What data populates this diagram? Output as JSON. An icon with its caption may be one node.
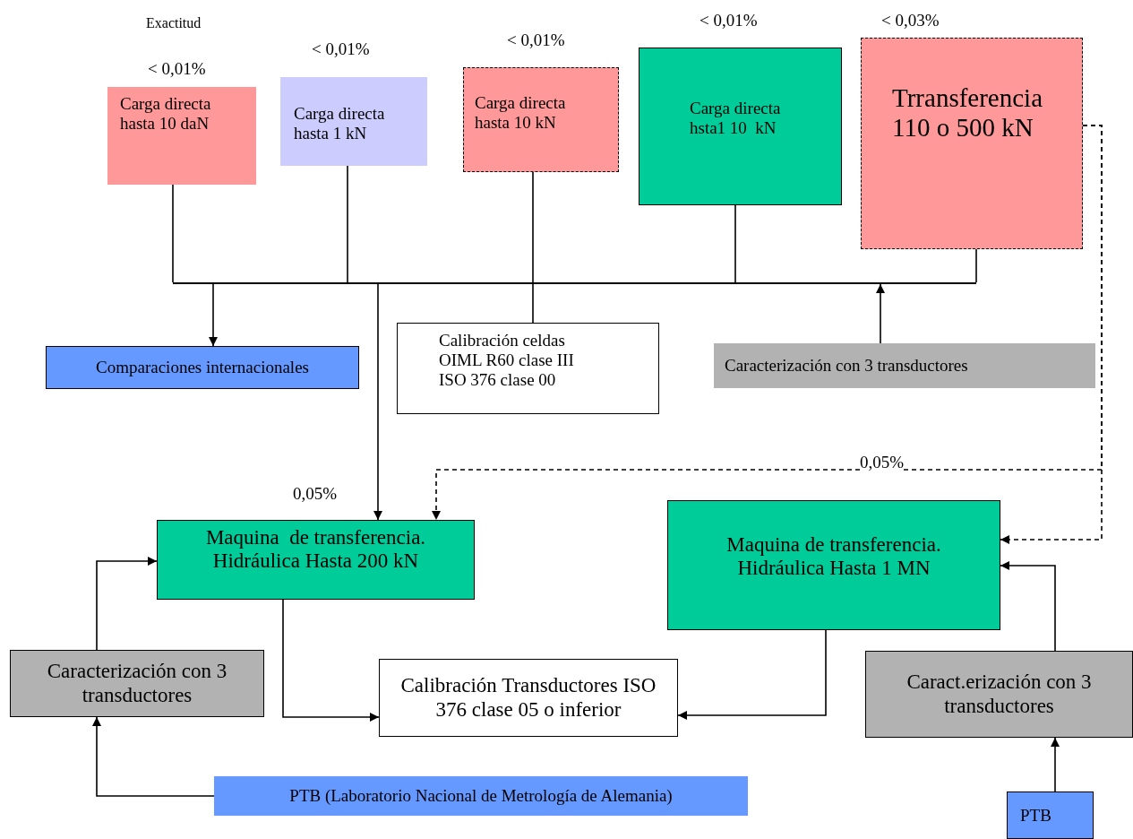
{
  "diagram": {
    "nodes": [
      {
        "text": [
          "Carga directa hasta 10 daN"
        ],
        "beside": [
          "< 0,01%"
        ]
      },
      {
        "text": [
          "Carga directa hasta 1 kN"
        ],
        "beside": [
          "< 0,01%"
        ]
      },
      {
        "text": [
          "Carga directa hasta 10 kN"
        ],
        "beside": [
          "< 0,01%"
        ]
      },
      {
        "text": [
          "Carga directa hsta1 10  kN"
        ],
        "beside": [
          "< 0,01%"
        ]
      },
      {
        "text": [
          "Trransferencia 110 o 500 kN"
        ],
        "beside": [
          "< 0,03%"
        ]
      },
      {
        "text": [],
        "shape": "bar"
      },
      {
        "text": [
          "Comparaciones internacionales"
        ]
      },
      {
        "text": [
          "Calibración celdas",
          "OIML R60 clase III",
          "ISO 376 clase 00"
        ]
      },
      {
        "text": [
          "Caracterización con 3 transductores"
        ]
      },
      {
        "text": [
          "Maquina  de transferencia. Hidráulica Hasta 200 kN"
        ]
      },
      {
        "text": [
          "Maquina de transferencia. Hidráulica Hasta 1 MN"
        ]
      },
      {
        "text": [
          "Caracterización con 3 transductores"
        ]
      },
      {
        "text": [
          "Calibración Transductores ISO 376 clase 05 o inferior"
        ]
      },
      {
        "text": [
          "Caract.erización con 3 transductores"
        ]
      },
      {
        "text": [
          "PTB (Laboratorio Nacional de Metrología de Alemania)"
        ]
      },
      {
        "text": [
          "PTB"
        ]
      }
    ],
    "edges": [
      {
        "from": 0,
        "to": 5,
        "arrow": "none"
      },
      {
        "from": 1,
        "to": 5,
        "arrow": "none"
      },
      {
        "from": 2,
        "to": 5,
        "arrow": "none"
      },
      {
        "from": 3,
        "to": 5,
        "arrow": "none"
      },
      {
        "from": 4,
        "to": 5,
        "arrow": "none"
      },
      {
        "from": 5,
        "to": 6,
        "arrow": "to"
      },
      {
        "from": 5,
        "to": 7,
        "arrow": "none"
      },
      {
        "from": 5,
        "to": 9,
        "arrow": "to"
      },
      {
        "from": 8,
        "to": 5,
        "arrow": "to"
      },
      {
        "from": 4,
        "to": 9,
        "arrow": "to",
        "style": "dashed",
        "label": "0,05%"
      },
      {
        "from": 4,
        "to": 10,
        "arrow": "to",
        "style": "dashed"
      },
      {
        "from": 11,
        "to": 9,
        "arrow": "to"
      },
      {
        "from": 14,
        "to": 11,
        "arrow": "to"
      },
      {
        "from": 9,
        "to": 12,
        "arrow": "to"
      },
      {
        "from": 10,
        "to": 12,
        "arrow": "to"
      },
      {
        "from": 13,
        "to": 10,
        "arrow": "to"
      },
      {
        "from": 15,
        "to": 13,
        "arrow": "to"
      }
    ],
    "labels": [
      "Exactitud",
      "0,05%"
    ]
  }
}
